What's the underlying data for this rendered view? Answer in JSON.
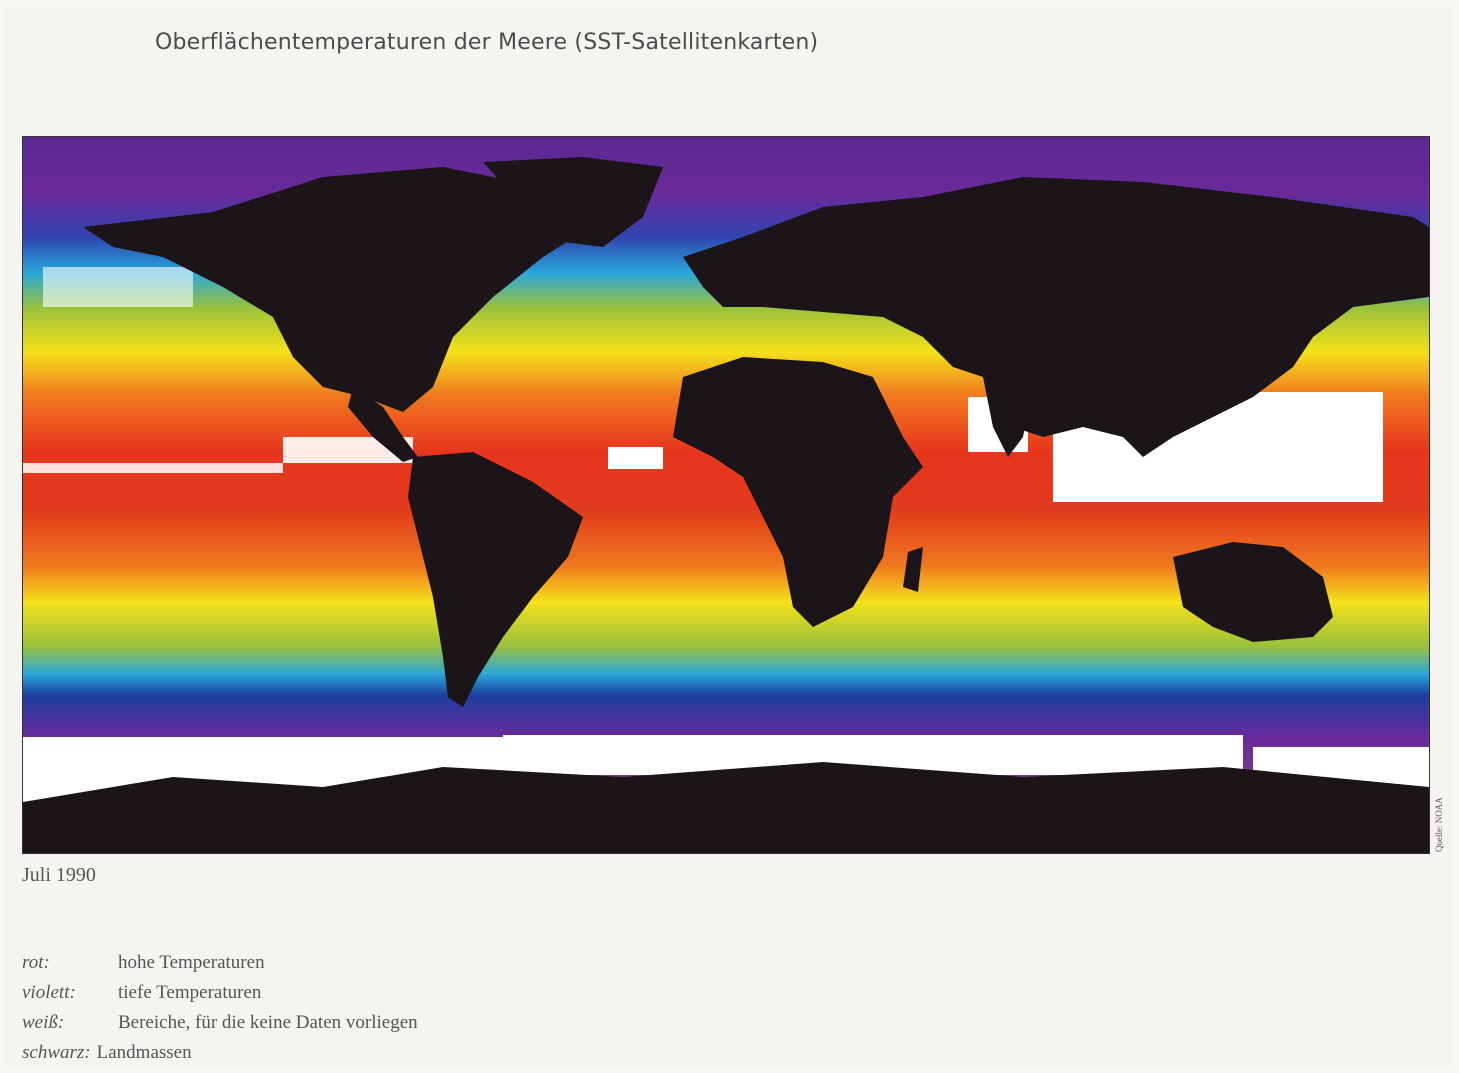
{
  "title": "Oberflächentemperaturen der Meere (SST-Satellitenkarten)",
  "map": {
    "date_label": "Juli 1990",
    "source_credit": "Quelle: NOAA",
    "colors": {
      "warm_red": "#e8361e",
      "orange": "#f07a1f",
      "yellow": "#f4e11a",
      "green": "#9cc23a",
      "cyan": "#2aa7d8",
      "blue": "#1c3f9e",
      "violet": "#6a2a9a",
      "land_black": "#1b1418",
      "no_data_white": "#ffffff"
    }
  },
  "legend": [
    {
      "key": "rot:",
      "text": "hohe Temperaturen"
    },
    {
      "key": "violett:",
      "text": "tiefe Temperaturen"
    },
    {
      "key": "weiß:",
      "text": "Bereiche, für die keine Daten vorliegen"
    },
    {
      "key": "schwarz:",
      "text": "Landmassen"
    }
  ]
}
